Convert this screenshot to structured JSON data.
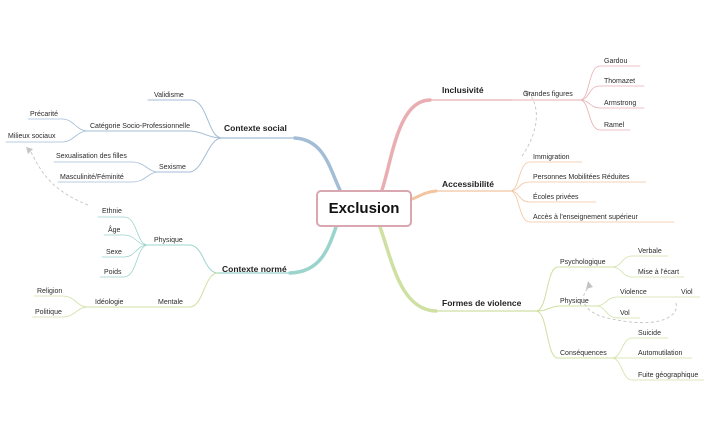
{
  "central": "Exclusion",
  "branches": {
    "contexte_social": {
      "label": "Contexte social",
      "validisme": "Validisme",
      "csp": "Catégorie Socio-Professionnelle",
      "precarite": "Précarité",
      "milieux": "Milieux sociaux",
      "sexisme": "Sexisme",
      "sexualisation": "Sexualisation des filles",
      "masculinite": "Masculinité/Féminité"
    },
    "contexte_norme": {
      "label": "Contexte normé",
      "physique": "Physique",
      "ethnie": "Ethnie",
      "age": "Âge",
      "sexe": "Sexe",
      "poids": "Poids",
      "mentale": "Mentale",
      "ideologie": "Idéologie",
      "religion": "Religion",
      "politique": "Politique"
    },
    "inclusivite": {
      "label": "Inclusivité",
      "grandes_figures": "Grandes figures",
      "gardou": "Gardou",
      "thomazet": "Thomazet",
      "armstrong": "Armstrong",
      "ramel": "Ramel"
    },
    "accessibilite": {
      "label": "Accessibilité",
      "immigration": "Immigration",
      "pmr": "Personnes Mobilitées Réduites",
      "ecoles": "Écoles privées",
      "acces": "Accès à l'enseignement supérieur"
    },
    "violence": {
      "label": "Formes de violence",
      "psychologique": "Psychologique",
      "verbale": "Verbale",
      "mise_ecart": "Mise à l'écart",
      "physique": "Physique",
      "violence": "Violence",
      "vol": "Vol",
      "viol": "Viol",
      "consequences": "Conséquences",
      "suicide": "Suicide",
      "automutilation": "Automutilation",
      "fuite": "Fuite géographique"
    }
  },
  "colors": {
    "social": "#a4bdd6",
    "norme": "#9bd4cc",
    "inclusivite": "#e8aeb2",
    "accessibilite": "#f2c49f",
    "violence": "#cfe0a3",
    "arrow": "#c4c4c4"
  }
}
